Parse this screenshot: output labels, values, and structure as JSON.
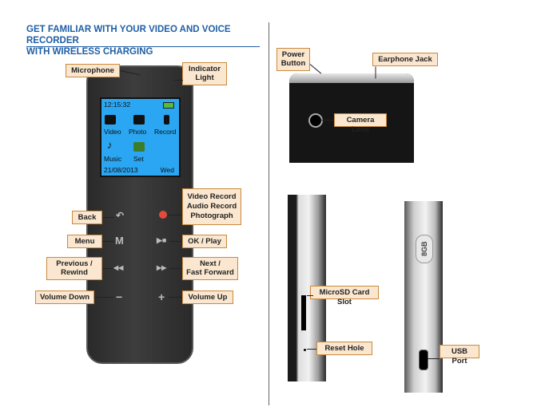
{
  "title": {
    "line1": "GET FAMILIAR WITH YOUR VIDEO AND VOICE RECORDER",
    "line2": "WITH WIRELESS CHARGING"
  },
  "screen": {
    "time": "12:15:32",
    "icons": [
      "Video",
      "Photo",
      "Record",
      "Music",
      "Set"
    ],
    "date": "21/08/2013",
    "day": "Wed"
  },
  "device_label": "8GB",
  "labels": {
    "microphone": "Microphone",
    "indicator_light": "Indicator Light",
    "back": "Back",
    "record_line1": "Video Record",
    "record_line2": "Audio Record",
    "record_line3": "Photograph",
    "menu": "Menu",
    "ok_play": "OK / Play",
    "previous_line1": "Previous /",
    "previous_line2": "Rewind",
    "next_line1": "Next /",
    "next_line2": "Fast Forward",
    "volume_down": "Volume Down",
    "volume_up": "Volume Up",
    "power_line1": "Power",
    "power_line2": "Button",
    "earphone_jack": "Earphone Jack",
    "camera_lens": "Camera Lens",
    "microsd_slot": "MicroSD Card Slot",
    "reset_hole": "Reset Hole",
    "usb_port": "USB Port"
  },
  "buttons": {
    "back_symbol": "↶",
    "menu_symbol": "M",
    "play_symbol": "▶■",
    "rewind_symbol": "◀◀",
    "forward_symbol": "▶▶",
    "minus_symbol": "−",
    "plus_symbol": "+"
  },
  "colors": {
    "title": "#1f5fa6",
    "callout_fill": "#fbe7cf",
    "callout_border": "#c98a3e",
    "screen": "#2aa6f2",
    "record_button": "#e24a3b"
  }
}
